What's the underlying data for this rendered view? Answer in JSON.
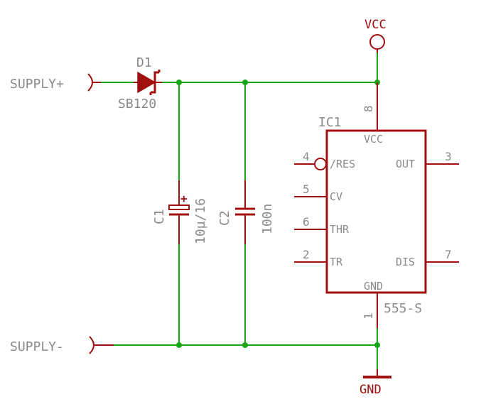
{
  "colors": {
    "wire": "#17a617",
    "component": "#a11010",
    "text_gray": "#8a8a8a",
    "text_red": "#a11010",
    "background": "#ffffff"
  },
  "ports": {
    "supply_plus": "SUPPLY+",
    "supply_minus": "SUPPLY-",
    "vcc": "VCC",
    "gnd": "GND"
  },
  "d1": {
    "name": "D1",
    "value": "SB120"
  },
  "c1": {
    "name": "C1",
    "value": "10µ/16",
    "polarity": "+"
  },
  "c2": {
    "name": "C2",
    "value": "100n"
  },
  "ic1": {
    "name": "IC1",
    "value": "555-S",
    "pins": {
      "vcc": {
        "number": "8",
        "label": "VCC"
      },
      "res": {
        "number": "4",
        "label": "/RES"
      },
      "cv": {
        "number": "5",
        "label": "CV"
      },
      "thr": {
        "number": "6",
        "label": "THR"
      },
      "tr": {
        "number": "2",
        "label": "TR"
      },
      "gnd": {
        "number": "1",
        "label": "GND"
      },
      "out": {
        "number": "3",
        "label": "OUT"
      },
      "dis": {
        "number": "7",
        "label": "DIS"
      }
    }
  }
}
